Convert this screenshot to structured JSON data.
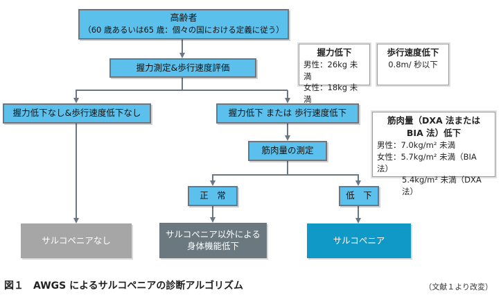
{
  "nodes": {
    "elderly_title": "高齢者",
    "elderly_sub": "（60 歳あるいは65 歳：個々の国における定義に従う）",
    "assess": "握力測定&歩行速度評価",
    "no_low": "握力低下なし&歩行速度低下なし",
    "low": "握力低下 または 歩行速度低下",
    "muscle_measure": "筋肉量の測定",
    "normal": "正　常",
    "decline": "低　下",
    "no_sarcopenia": "サルコペニアなし",
    "other_line1": "サルコペニア以外による",
    "other_line2": "身体機能低下",
    "sarcopenia": "サルコペニア"
  },
  "info_boxes": {
    "grip": {
      "title": "握力低下",
      "male": "男性：26kg 未満",
      "female": "女性：18kg 未満"
    },
    "gait": {
      "title": "歩行速度低下",
      "value": "0.8m/ 秒以下"
    },
    "muscle": {
      "title_line1": "筋肉量（DXA 法または",
      "title_line2": "BIA 法）低下",
      "male": "男性：7.0kg/m² 未満",
      "female_bia": "女性：5.7kg/m² 未満（BIA 法）",
      "female_dxa": "5.4kg/m² 未満（DXA 法）"
    }
  },
  "caption": {
    "fig_no": "図１",
    "title": "AWGS によるサルコペニアの診断アルゴリズム",
    "source": "（文献１より改変）"
  },
  "colors": {
    "node_blue": "#5bc0eb",
    "node_border": "#6a7783",
    "connector": "#6a7783",
    "outcome_light_grey": "#a6a6a6",
    "outcome_dark_grey": "#6b7880",
    "outcome_teal": "#1098c6"
  }
}
